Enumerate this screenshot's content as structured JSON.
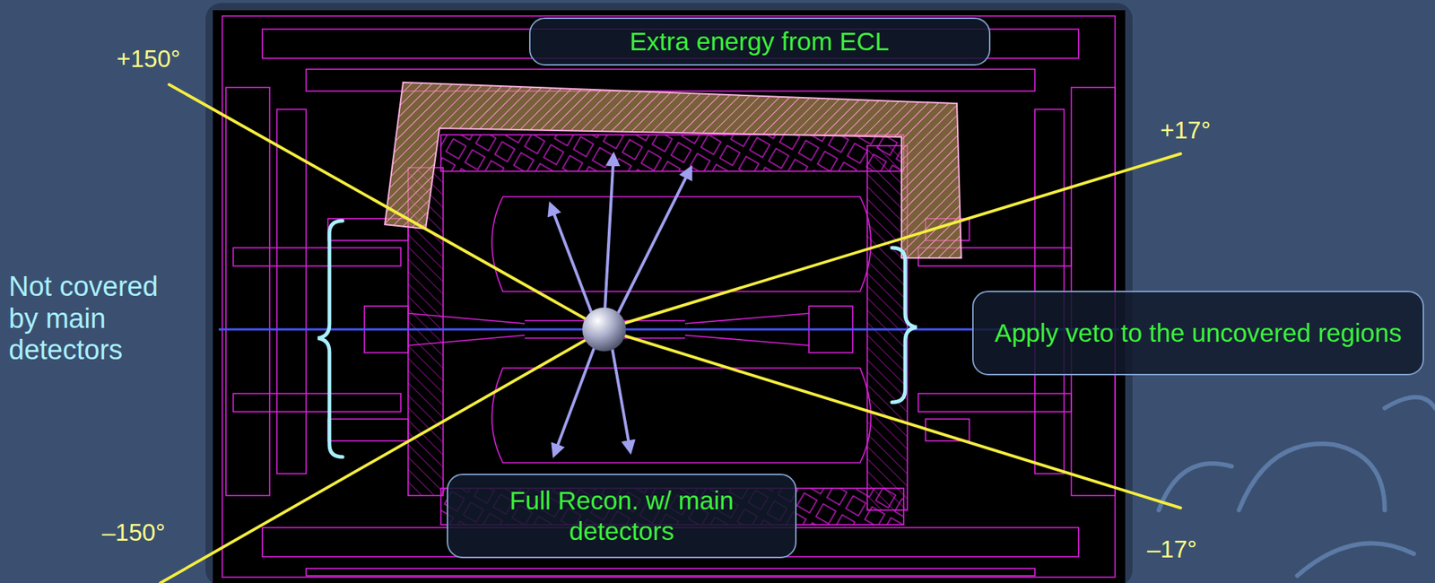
{
  "diagram": {
    "nodes": [
      {
        "text": [
          "Extra energy from ECL"
        ]
      },
      {
        "text": [
          "Apply veto to the uncovered regions"
        ]
      },
      {
        "text": [
          "Full Recon. w/ main detectors"
        ]
      }
    ],
    "labels": [
      "+150°",
      "+17°",
      "–150°",
      "–17°",
      "Not covered by main detectors"
    ]
  }
}
